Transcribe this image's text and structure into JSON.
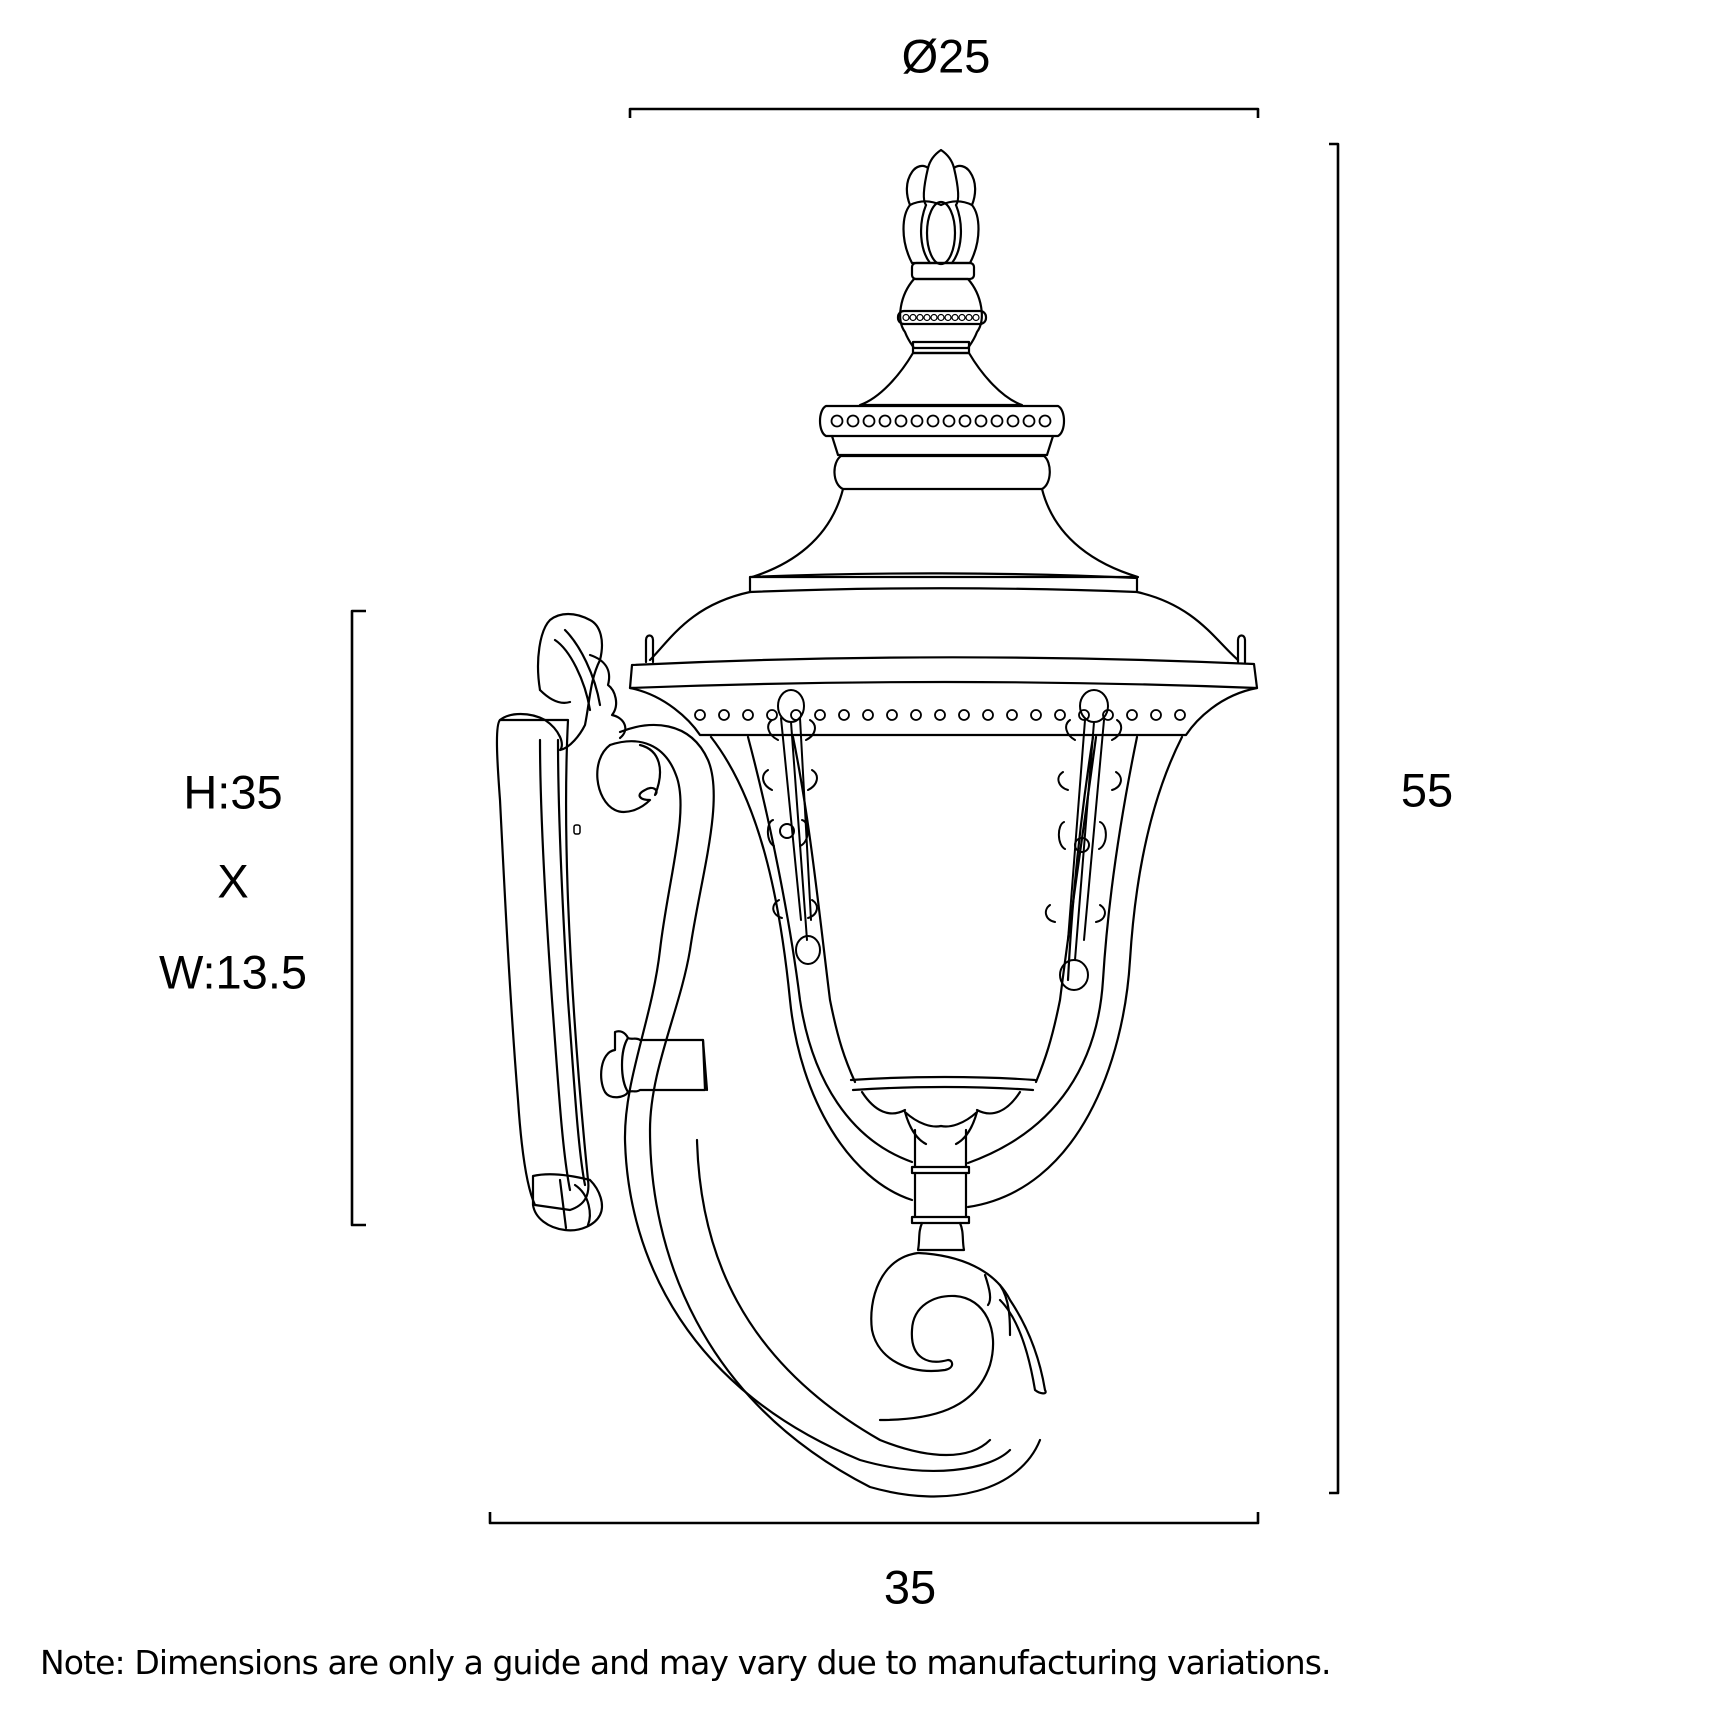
{
  "figure": {
    "subject": "Outdoor wall lantern line drawing with dimensions",
    "line_color": "#000000",
    "background": "#ffffff"
  },
  "dimensions": {
    "top_diameter": {
      "label": "Ø25"
    },
    "overall_height": {
      "label": "55"
    },
    "overall_depth": {
      "label": "35"
    },
    "backplate": {
      "height_label": "H:35",
      "separator_label": "X",
      "width_label": "W:13.5"
    }
  },
  "note": {
    "text": "Note: Dimensions are only a guide and may vary due to manufacturing variations."
  }
}
